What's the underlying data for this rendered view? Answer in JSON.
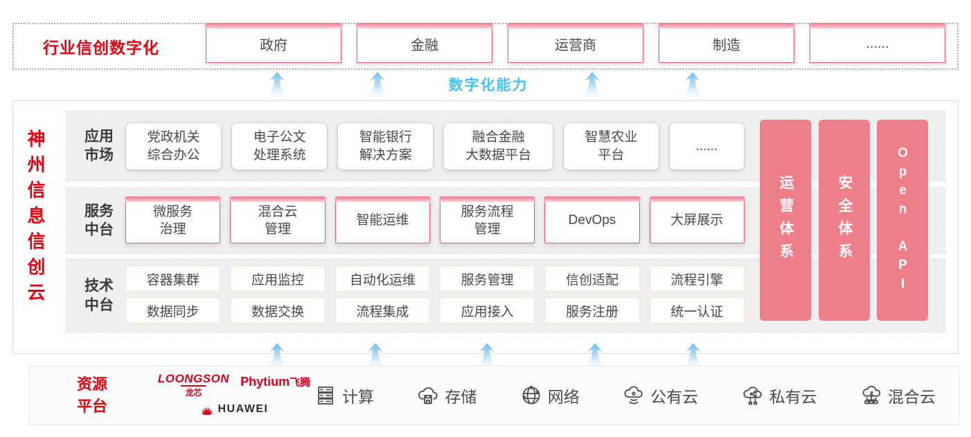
{
  "colors": {
    "accent_red": "#e60012",
    "bar_pink": "#ee7f88",
    "capability_blue": "#41c1f5",
    "arrow_blue": "#7cc3ee"
  },
  "top_banner": {
    "label": "行业信创数字化",
    "industries": [
      "政府",
      "金融",
      "运营商",
      "制造",
      "......"
    ]
  },
  "capability": {
    "label": "数字化能力"
  },
  "platform": {
    "vertical_title": "神州信息信创云",
    "app_row": {
      "label": "应用\n市场",
      "items": [
        "党政机关\n综合办公",
        "电子公文\n处理系统",
        "智能银行\n解决方案",
        "融合金融\n大数据平台",
        "智慧农业\n平台",
        "......"
      ]
    },
    "service_row": {
      "label": "服务\n中台",
      "items": [
        "微服务\n治理",
        "混合云\n管理",
        "智能运维",
        "服务流程\n管理",
        "DevOps",
        "大屏展示"
      ]
    },
    "tech_row": {
      "label": "技术\n中台",
      "line1": [
        "容器集群",
        "应用监控",
        "自动化运维",
        "服务管理",
        "信创适配",
        "流程引擎"
      ],
      "line2": [
        "数据同步",
        "数据交换",
        "流程集成",
        "应用接入",
        "服务注册",
        "统一认证"
      ]
    },
    "side_bars": [
      {
        "label": "运营体系"
      },
      {
        "label": "安全体系"
      },
      {
        "label": "Open API"
      }
    ]
  },
  "resources": {
    "label": "资源\n平台",
    "vendors": [
      {
        "name": "LOONGSON",
        "sub": "龙芯"
      },
      {
        "name": "Phytium",
        "sub": "飞腾"
      },
      {
        "name": "HUAWEI"
      }
    ],
    "items": [
      {
        "icon": "server-icon",
        "label": "计算"
      },
      {
        "icon": "storage-cloud-icon",
        "label": "存储"
      },
      {
        "icon": "network-globe-icon",
        "label": "网络"
      },
      {
        "icon": "public-cloud-icon",
        "label": "公有云"
      },
      {
        "icon": "private-cloud-icon",
        "label": "私有云"
      },
      {
        "icon": "hybrid-cloud-icon",
        "label": "混合云"
      }
    ]
  }
}
